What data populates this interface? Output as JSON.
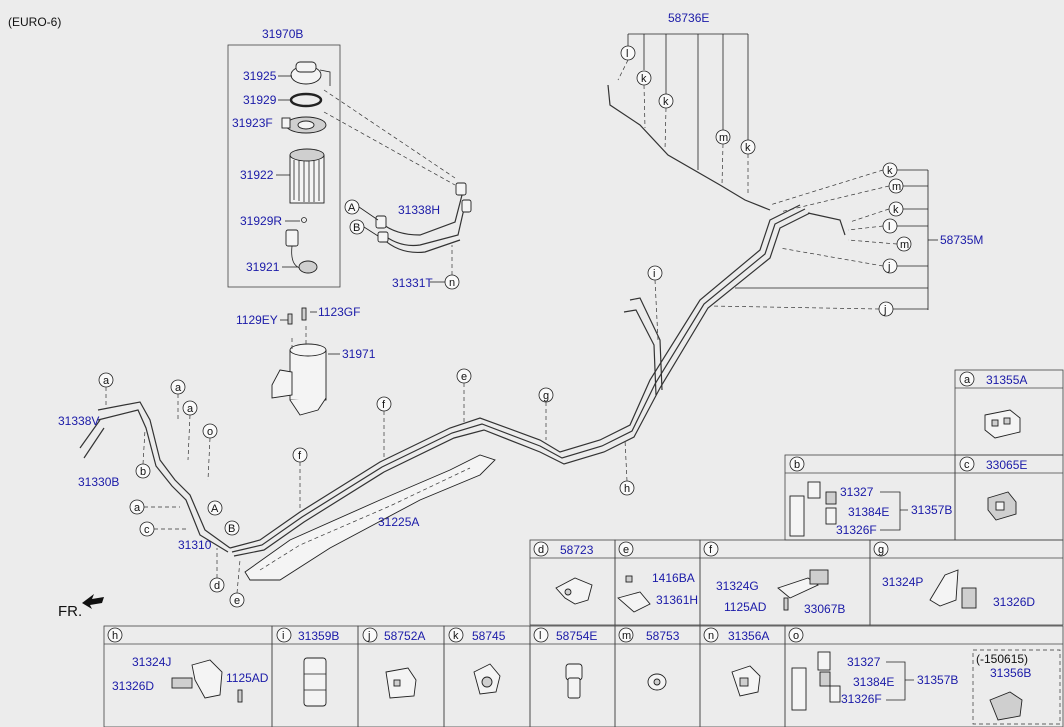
{
  "header": {
    "variant": "(EURO-6)",
    "front_marker": "FR."
  },
  "main_parts": {
    "p31970B": "31970B",
    "p31925": "31925",
    "p31929": "31929",
    "p31923F": "31923F",
    "p31922": "31922",
    "p31929R": "31929R",
    "p31921": "31921",
    "p31338H": "31338H",
    "p31331T": "31331T",
    "p1129EY": "1129EY",
    "p1123GF": "1123GF",
    "p31971": "31971",
    "p31338V": "31338V",
    "p31330B": "31330B",
    "p31310": "31310",
    "p31225A": "31225A",
    "p58736E": "58736E",
    "p58735M": "58735M"
  },
  "callouts": {
    "a": "a",
    "b": "b",
    "c": "c",
    "d": "d",
    "e": "e",
    "f": "f",
    "g": "g",
    "h": "h",
    "i": "i",
    "j": "j",
    "k": "k",
    "l": "l",
    "m": "m",
    "n": "n",
    "o": "o",
    "A": "A",
    "B": "B"
  },
  "detail_panels": {
    "a": {
      "letter": "a",
      "part": "31355A"
    },
    "b": {
      "letter": "b",
      "p1": "31327",
      "p2": "31384E",
      "p3": "31326F",
      "p4": "31357B"
    },
    "c": {
      "letter": "c",
      "part": "33065E"
    },
    "d": {
      "letter": "d",
      "part": "58723"
    },
    "e": {
      "letter": "e",
      "p1": "1416BA",
      "p2": "31361H"
    },
    "f": {
      "letter": "f",
      "p1": "31324G",
      "p2": "1125AD",
      "p3": "33067B"
    },
    "g": {
      "letter": "g",
      "p1": "31324P",
      "p2": "31326D"
    },
    "h": {
      "letter": "h",
      "p1": "31324J",
      "p2": "31326D",
      "p3": "1125AD"
    },
    "i": {
      "letter": "i",
      "part": "31359B"
    },
    "j": {
      "letter": "j",
      "part": "58752A"
    },
    "k": {
      "letter": "k",
      "part": "58745"
    },
    "l": {
      "letter": "l",
      "part": "58754E"
    },
    "m": {
      "letter": "m",
      "part": "58753"
    },
    "n": {
      "letter": "n",
      "part": "31356A"
    },
    "o": {
      "letter": "o",
      "p1": "31327",
      "p2": "31384E",
      "p3": "31326F",
      "p4": "31357B",
      "note": "(-150615)",
      "p5": "31356B"
    }
  }
}
